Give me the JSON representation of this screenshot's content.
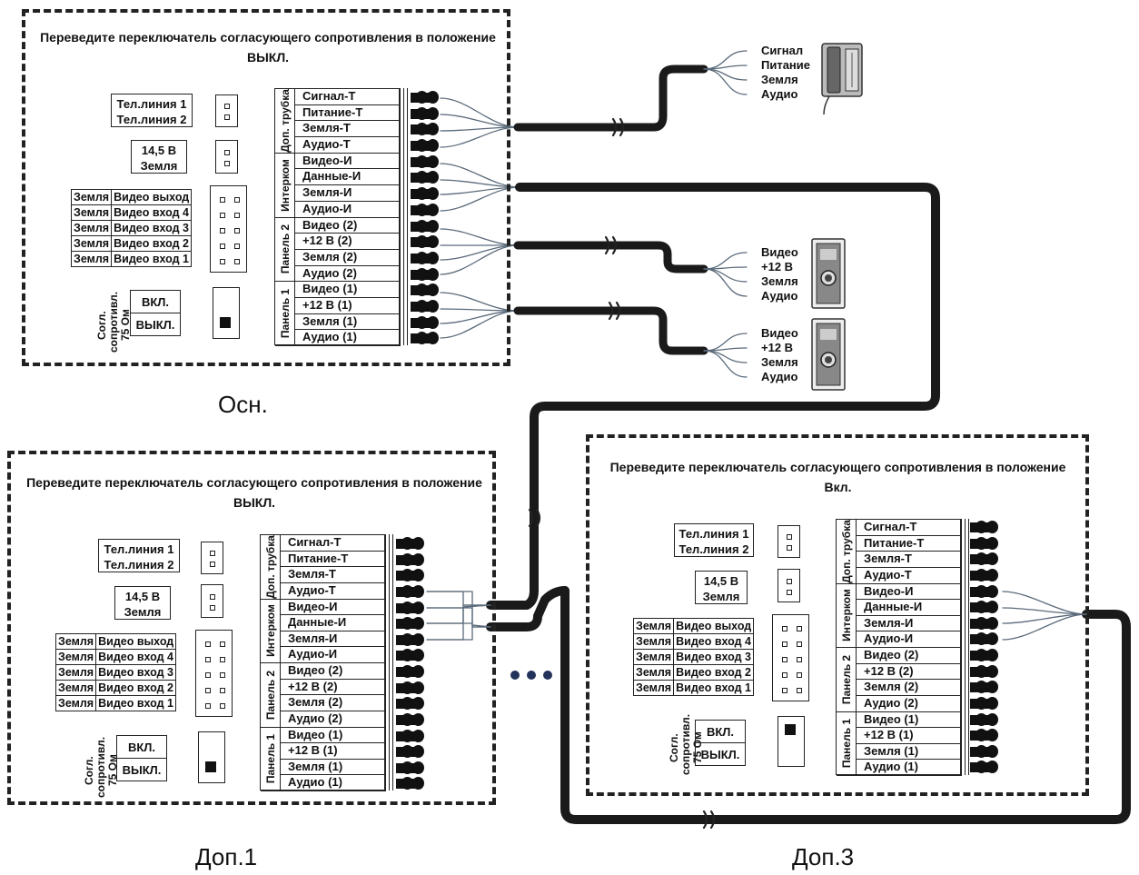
{
  "units": [
    {
      "id": "osn",
      "caption": "Осн.",
      "note": "Переведите переключатель согласующего сопротивления в положение ВЫКЛ.",
      "tel_lines": "Тел.линия 1\nТел.линия 2",
      "power": "14,5 В\nЗемля",
      "video_rows": [
        [
          "Земля",
          "Видео выход"
        ],
        [
          "Земля",
          "Видео вход 4"
        ],
        [
          "Земля",
          "Видео вход 3"
        ],
        [
          "Земля",
          "Видео вход 2"
        ],
        [
          "Земля",
          "Видео вход 1"
        ]
      ],
      "resistor_label": "Согл. сопротивл. 75 Ом",
      "switch_on": "ВКЛ.",
      "switch_off": "ВЫКЛ.",
      "switch_state": "off"
    },
    {
      "id": "dop1",
      "caption": "Доп.1",
      "note": "Переведите переключатель согласующего сопротивления в положение ВЫКЛ.",
      "tel_lines": "Тел.линия 1\nТел.линия 2",
      "power": "14,5 В\nЗемля",
      "video_rows": [
        [
          "Земля",
          "Видео выход"
        ],
        [
          "Земля",
          "Видео вход 4"
        ],
        [
          "Земля",
          "Видео вход 3"
        ],
        [
          "Земля",
          "Видео вход 2"
        ],
        [
          "Земля",
          "Видео вход 1"
        ]
      ],
      "resistor_label": "Согл. сопротивл. 75 Ом",
      "switch_on": "ВКЛ.",
      "switch_off": "ВЫКЛ.",
      "switch_state": "off"
    },
    {
      "id": "dop3",
      "caption": "Доп.3",
      "note": "Переведите переключатель согласующего сопротивления в положение Вкл.",
      "tel_lines": "Тел.линия 1\nТел.линия 2",
      "power": "14,5 В\nЗемля",
      "video_rows": [
        [
          "Земля",
          "Видео выход"
        ],
        [
          "Земля",
          "Видео вход 4"
        ],
        [
          "Земля",
          "Видео вход 3"
        ],
        [
          "Земля",
          "Видео вход 2"
        ],
        [
          "Земля",
          "Видео вход 1"
        ]
      ],
      "resistor_label": "Согл. сопротивл. 75 Ом",
      "switch_on": "ВКЛ.",
      "switch_off": "ВЫКЛ.",
      "switch_state": "on"
    }
  ],
  "terminal_groups": [
    {
      "name": "Доп. трубка",
      "rows": [
        "Сигнал-Т",
        "Питание-Т",
        "Земля-Т",
        "Аудио-Т"
      ]
    },
    {
      "name": "Интерком",
      "rows": [
        "Видео-И",
        "Данные-И",
        "Земля-И",
        "Аудио-И"
      ]
    },
    {
      "name": "Панель 2",
      "rows": [
        "Видео (2)",
        "+12 В (2)",
        "Земля (2)",
        "Аудио (2)"
      ]
    },
    {
      "name": "Панель 1",
      "rows": [
        "Видео (1)",
        "+12 В (1)",
        "Земля (1)",
        "Аудио (1)"
      ]
    }
  ],
  "handset_wires": [
    "Сигнал",
    "Питание",
    "Земля",
    "Аудио"
  ],
  "panel_wires": [
    "Видео",
    "+12 В",
    "Земля",
    "Аудио"
  ],
  "colors": {
    "line": "#222222",
    "cable": "#1a1a1a",
    "dots": "#23325a"
  }
}
